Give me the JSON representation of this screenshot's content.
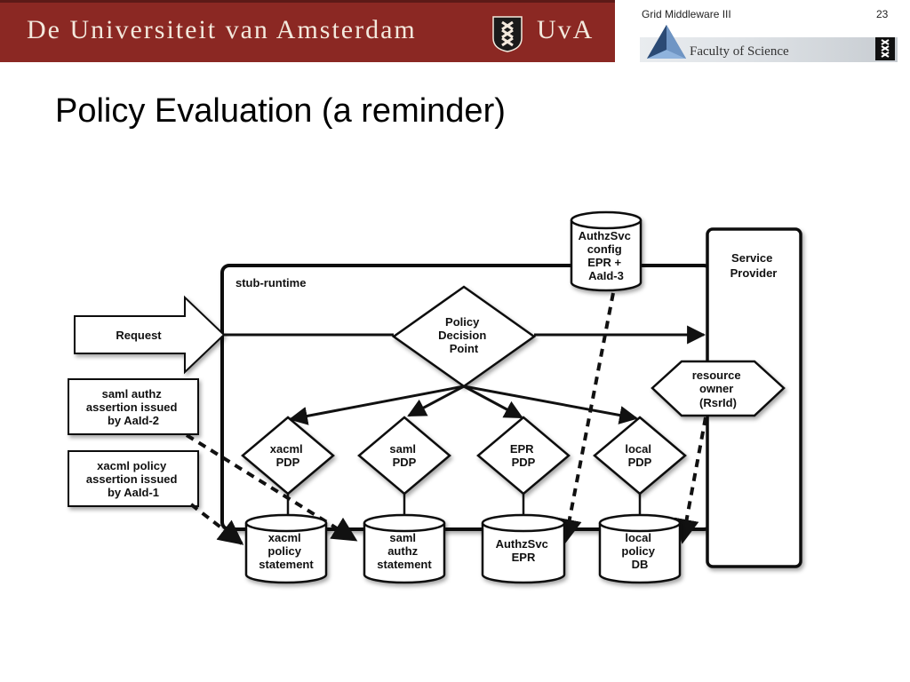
{
  "header": {
    "university_name": "De Universiteit van Amsterdam",
    "university_abbr": "UvA",
    "course": "Grid Middleware III",
    "page_number": "23",
    "faculty": "Faculty of Science"
  },
  "slide": {
    "title": "Policy Evaluation (a reminder)"
  },
  "diagram": {
    "runtime_label": "stub-runtime",
    "request": "Request",
    "service_provider": [
      "Service",
      "Provider"
    ],
    "authz_config": [
      "AuthzSvc",
      "config",
      "EPR +",
      "AaId-3"
    ],
    "pdp_main": [
      "Policy",
      "Decision",
      "Point"
    ],
    "resource_owner": [
      "resource",
      "owner",
      "(RsrId)"
    ],
    "saml_assertion": [
      "saml authz",
      "assertion issued",
      "by AaId-2"
    ],
    "xacml_assertion": [
      "xacml policy",
      "assertion issued",
      "by AaId-1"
    ],
    "pdps": [
      {
        "lines": [
          "xacml",
          "PDP"
        ]
      },
      {
        "lines": [
          "saml",
          "PDP"
        ]
      },
      {
        "lines": [
          "EPR",
          "PDP"
        ]
      },
      {
        "lines": [
          "local",
          "PDP"
        ]
      }
    ],
    "stores": [
      {
        "lines": [
          "xacml",
          "policy",
          "statement"
        ]
      },
      {
        "lines": [
          "saml",
          "authz",
          "statement"
        ]
      },
      {
        "lines": [
          "AuthzSvc",
          "EPR"
        ]
      },
      {
        "lines": [
          "local",
          "policy",
          "DB"
        ]
      }
    ]
  }
}
